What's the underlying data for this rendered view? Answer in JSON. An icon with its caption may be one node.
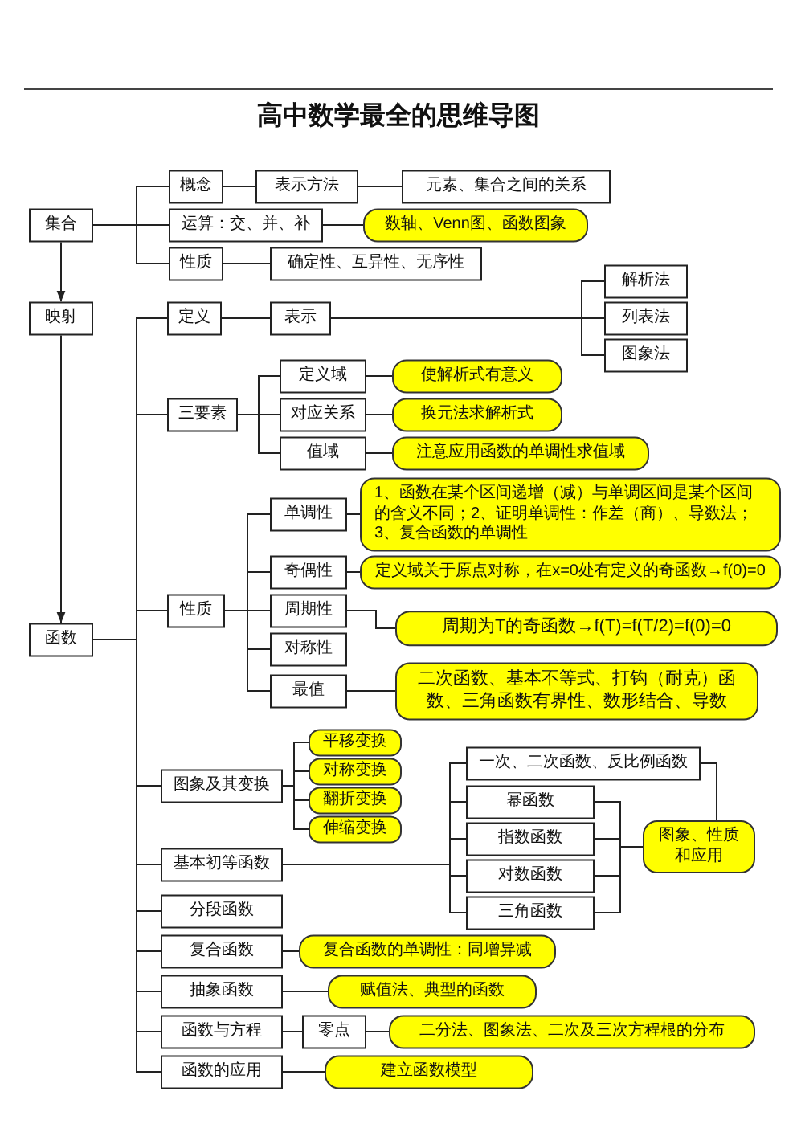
{
  "diagram": {
    "title": "高中数学最全的思维导图",
    "nodes": [
      {
        "text": [
          "集合"
        ]
      },
      {
        "text": [
          "概念"
        ]
      },
      {
        "text": [
          "表示方法"
        ]
      },
      {
        "text": [
          "元素、集合之间的关系"
        ]
      },
      {
        "text": [
          "运算：交、并、补"
        ]
      },
      {
        "text": [
          "数轴、Venn图、函数图象"
        ]
      },
      {
        "text": [
          "性质"
        ]
      },
      {
        "text": [
          "确定性、互异性、无序性"
        ]
      },
      {
        "text": [
          "映射"
        ]
      },
      {
        "text": [
          "函数"
        ]
      },
      {
        "text": [
          "定义"
        ]
      },
      {
        "text": [
          "表示"
        ]
      },
      {
        "text": [
          "解析法"
        ]
      },
      {
        "text": [
          "列表法"
        ]
      },
      {
        "text": [
          "图象法"
        ]
      },
      {
        "text": [
          "三要素"
        ]
      },
      {
        "text": [
          "定义域"
        ]
      },
      {
        "text": [
          "使解析式有意义"
        ]
      },
      {
        "text": [
          "对应关系"
        ]
      },
      {
        "text": [
          "换元法求解析式"
        ]
      },
      {
        "text": [
          "值域"
        ]
      },
      {
        "text": [
          "注意应用函数的单调性求值域"
        ]
      },
      {
        "text": [
          "性质"
        ]
      },
      {
        "text": [
          "单调性"
        ]
      },
      {
        "text": [
          "1、函数在某个区间递增（减）与单调区间是某个区间的含义不同；2、证明单调性：作差（商）、导数法；3、复合函数的单调性"
        ]
      },
      {
        "text": [
          "奇偶性"
        ]
      },
      {
        "text": [
          "定义域关于原点对称，在x=0处有定义的奇函数→f(0)=0"
        ]
      },
      {
        "text": [
          "周期性"
        ]
      },
      {
        "text": [
          "周期为T的奇函数→f(T)=f(T/2)=f(0)=0"
        ]
      },
      {
        "text": [
          "对称性"
        ]
      },
      {
        "text": [
          "最值"
        ]
      },
      {
        "text": [
          "二次函数、基本不等式、打钩（耐克）函数、三角函数有界性、数形结合、导数"
        ]
      },
      {
        "text": [
          "图象及其变换"
        ]
      },
      {
        "text": [
          "平移变换"
        ]
      },
      {
        "text": [
          "对称变换"
        ]
      },
      {
        "text": [
          "翻折变换"
        ]
      },
      {
        "text": [
          "伸缩变换"
        ]
      },
      {
        "text": [
          "基本初等函数"
        ]
      },
      {
        "text": [
          "一次、二次函数、反比例函数"
        ]
      },
      {
        "text": [
          "幂函数"
        ]
      },
      {
        "text": [
          "指数函数"
        ]
      },
      {
        "text": [
          "对数函数"
        ]
      },
      {
        "text": [
          "三角函数"
        ]
      },
      {
        "text": [
          "图象、性质和应用"
        ]
      },
      {
        "text": [
          "分段函数"
        ]
      },
      {
        "text": [
          "复合函数"
        ]
      },
      {
        "text": [
          "复合函数的单调性：同增异减"
        ]
      },
      {
        "text": [
          "抽象函数"
        ]
      },
      {
        "text": [
          "赋值法、典型的函数"
        ]
      },
      {
        "text": [
          "函数与方程"
        ]
      },
      {
        "text": [
          "零点"
        ]
      },
      {
        "text": [
          "二分法、图象法、二次及三次方程根的分布"
        ]
      },
      {
        "text": [
          "函数的应用"
        ]
      },
      {
        "text": [
          "建立函数模型"
        ]
      }
    ],
    "edges": [
      {
        "from": 0,
        "to": 1,
        "arrow": "none"
      },
      {
        "from": 0,
        "to": 4,
        "arrow": "none"
      },
      {
        "from": 0,
        "to": 6,
        "arrow": "none"
      },
      {
        "from": 1,
        "to": 2,
        "arrow": "none"
      },
      {
        "from": 2,
        "to": 3,
        "arrow": "none"
      },
      {
        "from": 4,
        "to": 5,
        "arrow": "none"
      },
      {
        "from": 6,
        "to": 7,
        "arrow": "none"
      },
      {
        "from": 0,
        "to": 8,
        "arrow": "to"
      },
      {
        "from": 8,
        "to": 9,
        "arrow": "to"
      },
      {
        "from": 9,
        "to": 10,
        "arrow": "none"
      },
      {
        "from": 9,
        "to": 15,
        "arrow": "none"
      },
      {
        "from": 9,
        "to": 22,
        "arrow": "none"
      },
      {
        "from": 9,
        "to": 32,
        "arrow": "none"
      },
      {
        "from": 9,
        "to": 37,
        "arrow": "none"
      },
      {
        "from": 9,
        "to": 44,
        "arrow": "none"
      },
      {
        "from": 9,
        "to": 45,
        "arrow": "none"
      },
      {
        "from": 9,
        "to": 47,
        "arrow": "none"
      },
      {
        "from": 9,
        "to": 49,
        "arrow": "none"
      },
      {
        "from": 9,
        "to": 52,
        "arrow": "none"
      },
      {
        "from": 10,
        "to": 11,
        "arrow": "none"
      },
      {
        "from": 11,
        "to": 12,
        "arrow": "none"
      },
      {
        "from": 11,
        "to": 13,
        "arrow": "none"
      },
      {
        "from": 11,
        "to": 14,
        "arrow": "none"
      },
      {
        "from": 15,
        "to": 16,
        "arrow": "none"
      },
      {
        "from": 15,
        "to": 18,
        "arrow": "none"
      },
      {
        "from": 15,
        "to": 20,
        "arrow": "none"
      },
      {
        "from": 16,
        "to": 17,
        "arrow": "none"
      },
      {
        "from": 18,
        "to": 19,
        "arrow": "none"
      },
      {
        "from": 20,
        "to": 21,
        "arrow": "none"
      },
      {
        "from": 22,
        "to": 23,
        "arrow": "none"
      },
      {
        "from": 22,
        "to": 25,
        "arrow": "none"
      },
      {
        "from": 22,
        "to": 27,
        "arrow": "none"
      },
      {
        "from": 22,
        "to": 29,
        "arrow": "none"
      },
      {
        "from": 22,
        "to": 30,
        "arrow": "none"
      },
      {
        "from": 23,
        "to": 24,
        "arrow": "none"
      },
      {
        "from": 25,
        "to": 26,
        "arrow": "none"
      },
      {
        "from": 27,
        "to": 28,
        "arrow": "none"
      },
      {
        "from": 30,
        "to": 31,
        "arrow": "none"
      },
      {
        "from": 32,
        "to": 33,
        "arrow": "none"
      },
      {
        "from": 32,
        "to": 34,
        "arrow": "none"
      },
      {
        "from": 32,
        "to": 35,
        "arrow": "none"
      },
      {
        "from": 32,
        "to": 36,
        "arrow": "none"
      },
      {
        "from": 37,
        "to": 38,
        "arrow": "none"
      },
      {
        "from": 37,
        "to": 39,
        "arrow": "none"
      },
      {
        "from": 37,
        "to": 40,
        "arrow": "none"
      },
      {
        "from": 37,
        "to": 41,
        "arrow": "none"
      },
      {
        "from": 37,
        "to": 42,
        "arrow": "none"
      },
      {
        "from": 38,
        "to": 43,
        "arrow": "none"
      },
      {
        "from": 39,
        "to": 43,
        "arrow": "none"
      },
      {
        "from": 40,
        "to": 43,
        "arrow": "none"
      },
      {
        "from": 41,
        "to": 43,
        "arrow": "none"
      },
      {
        "from": 42,
        "to": 43,
        "arrow": "none"
      },
      {
        "from": 45,
        "to": 46,
        "arrow": "none"
      },
      {
        "from": 47,
        "to": 48,
        "arrow": "none"
      },
      {
        "from": 49,
        "to": 50,
        "arrow": "none"
      },
      {
        "from": 50,
        "to": 51,
        "arrow": "none"
      },
      {
        "from": 52,
        "to": 53,
        "arrow": "none"
      }
    ]
  }
}
